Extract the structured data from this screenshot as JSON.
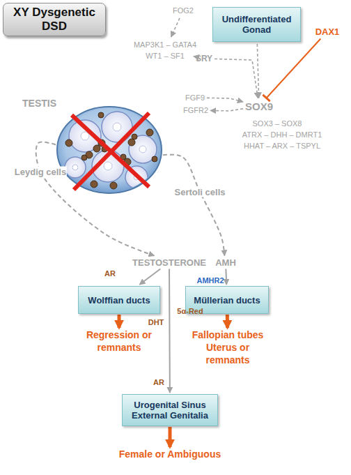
{
  "diagram": {
    "title": "XY Dysgenetic DSD",
    "nodes": [
      {
        "text": [
          "Undifferentiated Gonad"
        ]
      },
      {
        "text": [
          "FOG2"
        ]
      },
      {
        "text": [
          "MAP3K1 – GATA4",
          "WT1 – SF1"
        ]
      },
      {
        "text": [
          "SRY"
        ]
      },
      {
        "text": [
          "DAX1"
        ]
      },
      {
        "text": [
          "FGF9"
        ]
      },
      {
        "text": [
          "SOX9"
        ]
      },
      {
        "text": [
          "FGFR2"
        ]
      },
      {
        "text": [
          "TESTIS"
        ]
      },
      {
        "text": [
          "TESTOSTERONE"
        ]
      },
      {
        "text": [
          "AMH"
        ]
      },
      {
        "text": [
          "Wolffian ducts"
        ]
      },
      {
        "text": [
          "Müllerian ducts"
        ]
      },
      {
        "text": [
          "Regression or remnants"
        ]
      },
      {
        "text": [
          "Fallopian tubes Uterus or remnants"
        ]
      },
      {
        "text": [
          "Urogenital Sinus External Genitalia"
        ]
      },
      {
        "text": [
          "Female or Ambiguous"
        ]
      }
    ],
    "edges": [
      {
        "from": 1,
        "to": 2,
        "arrow": "to"
      },
      {
        "from": 2,
        "to": 3,
        "arrow": "to"
      },
      {
        "from": 0,
        "to": 6,
        "arrow": "to"
      },
      {
        "from": 3,
        "to": 6,
        "arrow": "to"
      },
      {
        "from": 4,
        "to": 6,
        "arrow": "to"
      },
      {
        "from": 5,
        "to": 6,
        "arrow": "to"
      },
      {
        "from": 6,
        "to": 7,
        "arrow": "to"
      },
      {
        "from": 8,
        "to": 9,
        "label": "Leydig cells",
        "arrow": "to"
      },
      {
        "from": 8,
        "to": 10,
        "label": "Sertoli cells",
        "arrow": "to"
      },
      {
        "from": 9,
        "to": 11,
        "arrow": "to"
      },
      {
        "from": 10,
        "to": 12,
        "arrow": "to"
      },
      {
        "from": 11,
        "to": 13,
        "arrow": "to"
      },
      {
        "from": 12,
        "to": 14,
        "arrow": "to"
      },
      {
        "from": 9,
        "to": 15,
        "arrow": "to"
      },
      {
        "from": 15,
        "to": 16,
        "arrow": "to"
      }
    ],
    "labels": [
      "SOX3 – SOX8",
      "ATRX – DHH – DMRT1",
      "HHAT – ARX – TSPYL",
      "AR",
      "AMHR2",
      "5α-Red",
      "DHT",
      "AR"
    ]
  }
}
